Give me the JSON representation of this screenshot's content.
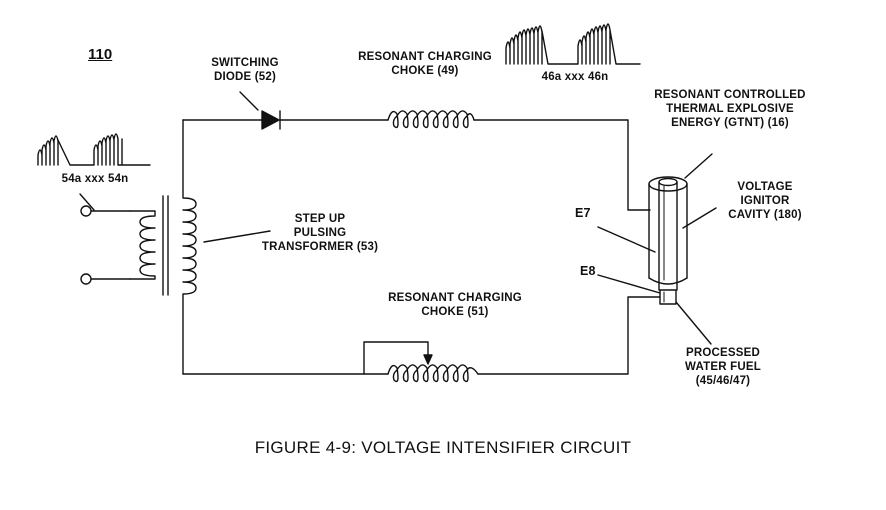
{
  "figure": {
    "ref_number": "110",
    "caption": "FIGURE 4-9: VOLTAGE INTENSIFIER CIRCUIT"
  },
  "labels": {
    "switching_diode": "SWITCHING\nDIODE (52)",
    "charging_choke_top": "RESONANT CHARGING\nCHOKE (49)",
    "pulse_train_top": "46a xxx 46n",
    "pulse_train_left": "54a xxx 54n",
    "transformer": "STEP UP\nPULSING\nTRANSFORMER (53)",
    "thermal_explosive": "RESONANT CONTROLLED\nTHERMAL EXPLOSIVE\nENERGY (GTNT) (16)",
    "ignitor_cavity": "VOLTAGE\nIGNITOR\nCAVITY (180)",
    "electrode_e7": "E7",
    "electrode_e8": "E8",
    "charging_choke_bottom": "RESONANT CHARGING\nCHOKE (51)",
    "water_fuel": "PROCESSED\nWATER FUEL\n(45/46/47)"
  },
  "colors": {
    "ink": "#111111",
    "paper": "#ffffff"
  }
}
